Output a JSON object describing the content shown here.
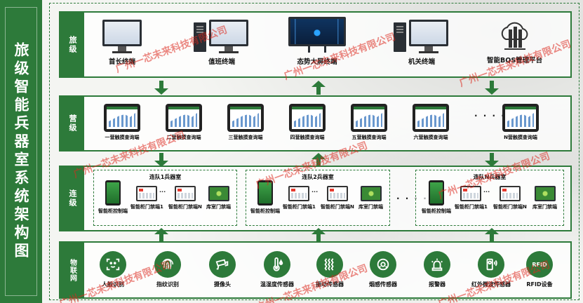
{
  "title": "旅级智能兵器室系统架构图",
  "tiers": {
    "brigade": {
      "label": "旅级",
      "nodes": [
        "首长终端",
        "值班终端",
        "态势大屏终端",
        "机关终端",
        "智能BQS管理平台"
      ]
    },
    "battalion": {
      "label": "营级",
      "nodes": [
        "一营触摸查询端",
        "二营触摸查询端",
        "三营触摸查询端",
        "四营触摸查询端",
        "五营触摸查询端",
        "六营触摸查询端",
        "N营触摸查询端"
      ],
      "ellipsis": "· · · ·"
    },
    "company": {
      "label": "连级",
      "groups": [
        {
          "title": "连队1兵器室",
          "items": [
            "智能柜控制端",
            "智能柜门禁端1",
            "智能柜门禁端N",
            "库室门禁端"
          ]
        },
        {
          "title": "连队2兵器室",
          "items": [
            "智能柜控制端",
            "智能柜门禁端1",
            "智能柜门禁端N",
            "库室门禁端"
          ]
        },
        {
          "title": "连队N兵器室",
          "items": [
            "智能柜控制端",
            "智能柜门禁端1",
            "智能柜门禁端N",
            "库室门禁端"
          ]
        }
      ],
      "inner_ellipsis": "···",
      "group_ellipsis": "· · · ·"
    },
    "iot": {
      "label": "物联网",
      "items": [
        {
          "label": "人脸识别",
          "icon": "face-recognition-icon"
        },
        {
          "label": "指纹识别",
          "icon": "fingerprint-icon"
        },
        {
          "label": "摄像头",
          "icon": "camera-icon"
        },
        {
          "label": "温湿度传感器",
          "icon": "thermometer-icon"
        },
        {
          "label": "振动传感器",
          "icon": "vibration-icon"
        },
        {
          "label": "烟感传感器",
          "icon": "smoke-detector-icon"
        },
        {
          "label": "报警器",
          "icon": "alarm-icon"
        },
        {
          "label": "红外微波传感器",
          "icon": "infrared-sensor-icon"
        },
        {
          "label": "RFID设备",
          "icon": "rfid-icon"
        }
      ],
      "rfid_text": "RFID"
    }
  },
  "watermark": "广州一芯未来科技有限公司",
  "colors": {
    "primary": "#2d7a3a",
    "watermark": "#dc281e"
  }
}
